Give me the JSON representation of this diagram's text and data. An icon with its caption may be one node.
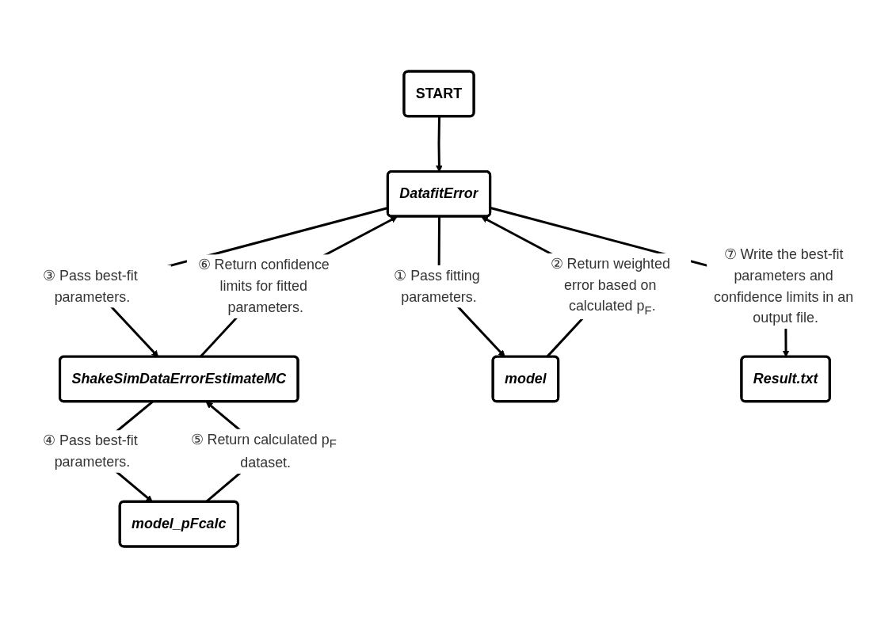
{
  "diagram": {
    "nodes": [
      {
        "text": [
          "START"
        ]
      },
      {
        "text": [
          "DatafitError"
        ]
      },
      {
        "text": [
          "ShakeSimDataErrorEstimateMC"
        ]
      },
      {
        "text": [
          "model"
        ]
      },
      {
        "text": [
          "model_pFcalc"
        ]
      },
      {
        "text": [
          "Result.txt"
        ]
      }
    ],
    "edges": [
      {
        "from": 0,
        "to": 1,
        "arrow": "to"
      },
      {
        "from": 1,
        "to": 3,
        "arrow": "to",
        "label": "① Pass fitting parameters."
      },
      {
        "from": 3,
        "to": 1,
        "arrow": "to",
        "label": "② Return weighted error based on calculated p$_{F}$."
      },
      {
        "from": 1,
        "to": 2,
        "arrow": "to",
        "label": "③ Pass best-fit parameters."
      },
      {
        "from": 2,
        "to": 4,
        "arrow": "to",
        "label": "④ Pass best-fit parameters."
      },
      {
        "from": 4,
        "to": 2,
        "arrow": "to",
        "label": "⑤ Return calculated p$_{F}$ dataset."
      },
      {
        "from": 2,
        "to": 1,
        "arrow": "to",
        "label": "⑥ Return confidence limits for fitted parameters."
      },
      {
        "from": 1,
        "to": 5,
        "arrow": "to",
        "label": "⑦ Write the best-fit parameters and confidence limits in an output file."
      }
    ]
  }
}
